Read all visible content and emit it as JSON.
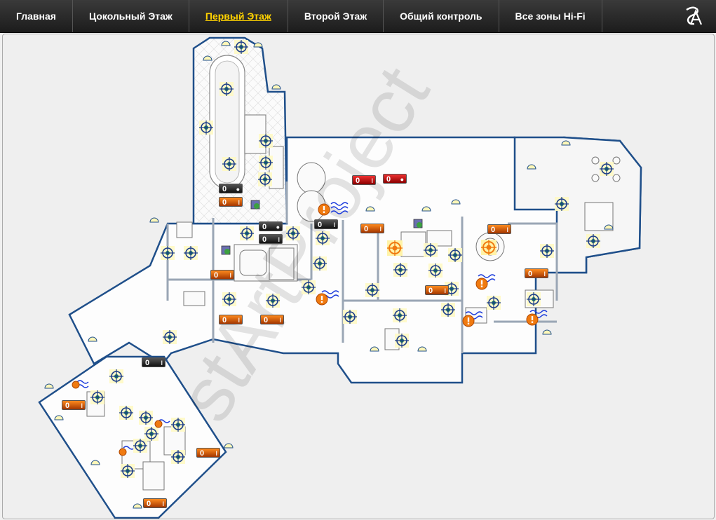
{
  "nav": {
    "items": [
      {
        "label": "Главная",
        "active": false
      },
      {
        "label": "Цокольный Этаж",
        "active": false
      },
      {
        "label": "Первый Этаж",
        "active": true
      },
      {
        "label": "Второй Этаж",
        "active": false
      },
      {
        "label": "Общий контроль",
        "active": false
      },
      {
        "label": "Все зоны Hi-Fi",
        "active": false
      }
    ],
    "logo_icon": "brand-logo-icon"
  },
  "watermark": "stArtProject",
  "colors": {
    "wall": "#1f4f8a",
    "accent": "#ffd200",
    "temp_badge": "#e06010",
    "leak_badge": "#d01010",
    "humidity_badge": "#222222"
  },
  "sensors": {
    "badges": [
      {
        "value": "0",
        "kind": "humidity"
      },
      {
        "value": "0",
        "kind": "temperature"
      },
      {
        "value": "0",
        "kind": "leak"
      },
      {
        "value": "0",
        "kind": "leak"
      },
      {
        "value": "0",
        "kind": "humidity"
      },
      {
        "value": "0",
        "kind": "humidity"
      },
      {
        "value": "0",
        "kind": "humidity"
      },
      {
        "value": "0",
        "kind": "temperature"
      },
      {
        "value": "0",
        "kind": "temperature"
      },
      {
        "value": "0",
        "kind": "temperature"
      },
      {
        "value": "0",
        "kind": "temperature"
      },
      {
        "value": "0",
        "kind": "temperature"
      },
      {
        "value": "0",
        "kind": "temperature"
      },
      {
        "value": "0",
        "kind": "temperature"
      },
      {
        "value": "0",
        "kind": "temperature"
      },
      {
        "value": "0",
        "kind": "humidity"
      },
      {
        "value": "0",
        "kind": "temperature"
      },
      {
        "value": "0",
        "kind": "temperature"
      },
      {
        "value": "0",
        "kind": "temperature"
      }
    ]
  },
  "icons": {
    "light": "light-target-icon",
    "light_active": "light-target-active-icon",
    "window": "window-sensor-icon",
    "alarm": "alarm-warning-icon",
    "floor_heating": "floor-heating-icon",
    "camera": "camera-icon"
  }
}
